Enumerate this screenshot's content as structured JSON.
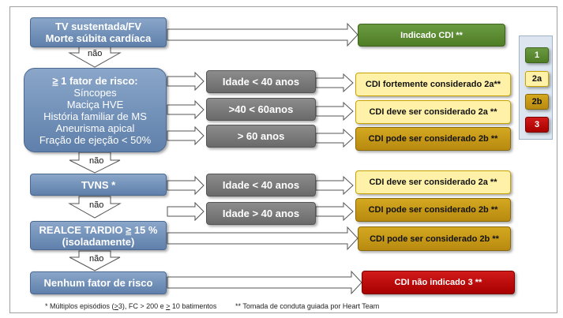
{
  "boxes": {
    "tv": {
      "line1": "TV sustentada/FV",
      "line2": "Morte súbita cardíaca"
    },
    "risk": {
      "prefix": "≥",
      "title": " 1 fator de risco:",
      "items": [
        "Síncopes",
        "Maciça HVE",
        "História familiar de MS",
        "Aneurisma apical",
        "Fração de ejeção < 50%"
      ]
    },
    "tvns": "TVNS *",
    "realce": {
      "line1_pre": "REALCE TARDIO ",
      "line1_sym": "≥",
      "line1_post": " 15 %",
      "line2": "(isoladamente)"
    },
    "nenhum": "Nenhum fator de risco"
  },
  "ages": {
    "lt40_a": "Idade < 40 anos",
    "range": ">40 < 60anos",
    "gt60": "> 60 anos",
    "lt40_b": "Idade < 40 anos",
    "gt40": "Idade > 40 anos"
  },
  "outcomes": {
    "indicado": "Indicado CDI **",
    "fortemente": "CDI fortemente considerado 2a**",
    "deve1": "CDI deve ser considerado 2a **",
    "pode1": "CDI pode ser considerado 2b **",
    "deve2": "CDI deve ser considerado 2a **",
    "pode2": "CDI pode ser considerado 2b **",
    "pode3": "CDI pode ser considerado 2b **",
    "nao_indicado": "CDI não indicado 3 **"
  },
  "nao": "não",
  "legend": [
    "1",
    "2a",
    "2b",
    "3"
  ],
  "colors": {
    "green": "#5a8a30",
    "yellow": "#fff2a8",
    "gold": "#c8990f",
    "red": "#c00000",
    "blue": "#6f8fb8",
    "gray": "#7a7a7a"
  },
  "footnotes": {
    "f1_pre": "*   Múltiplos episódios (",
    "f1_sym1": ">",
    "f1_mid1": "3), FC > 200 e ",
    "f1_sym2": ">",
    "f1_post": " 10 batimentos",
    "f2": "**  Tomada de conduta guiada por Heart Team"
  }
}
